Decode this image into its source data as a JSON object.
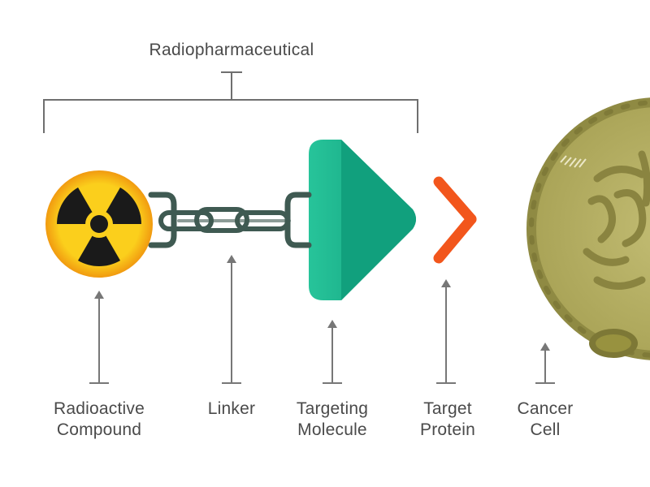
{
  "diagram": {
    "title": "Radiopharmaceutical",
    "labels": {
      "radioactive_compound": {
        "line1": "Radioactive",
        "line2": "Compound"
      },
      "linker": {
        "line1": "Linker"
      },
      "targeting_molecule": {
        "line1": "Targeting",
        "line2": "Molecule"
      },
      "target_protein": {
        "line1": "Target",
        "line2": "Protein"
      },
      "cancer_cell": {
        "line1": "Cancer",
        "line2": "Cell"
      }
    },
    "colors": {
      "radiation_yellow": "#f7c51a",
      "radiation_rim": "#f29d12",
      "chain": "#3f5a52",
      "targeting_molecule": "#1fb08c",
      "target_protein": "#f0531e",
      "cell_body": "#b3ad63",
      "cell_membrane": "#8f8a43",
      "pointer_lines": "#777777"
    },
    "icons": [
      "radiation-icon",
      "chain-link-icon",
      "targeting-molecule-shape",
      "target-protein-shape",
      "cancer-cell-shape"
    ]
  }
}
